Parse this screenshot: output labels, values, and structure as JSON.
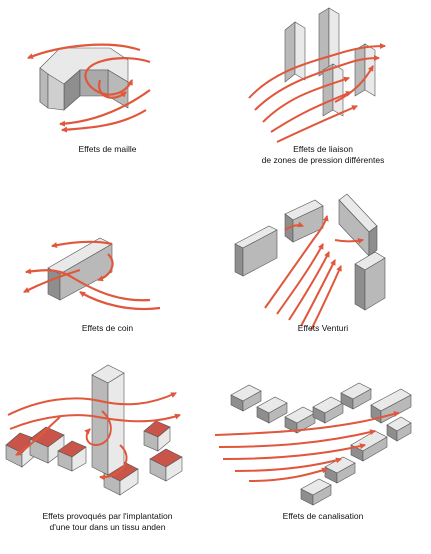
{
  "colors": {
    "wind": "#e0573b",
    "block_top": "#e9e9e9",
    "block_side": "#b9b9b9",
    "block_dark": "#8e8e8e",
    "roof": "#c9554a",
    "outline": "#555555"
  },
  "icons": {
    "wind": "wind-arrow-icon",
    "building": "building-block-icon",
    "house": "house-icon"
  },
  "panels": {
    "maille": {
      "caption_line1": "Effets de maille"
    },
    "liaison": {
      "caption_line1": "Effets de liaison",
      "caption_line2": "de zones de pression différentes"
    },
    "coin": {
      "caption_line1": "Effets de coin"
    },
    "venturi": {
      "caption_line1": "Effets Venturi"
    },
    "tour": {
      "caption_line1": "Effets provoqués par l'implantation",
      "caption_line2": "d'une tour dans un tissu anden"
    },
    "canalisation": {
      "caption_line1": "Effets de canalisation"
    }
  }
}
